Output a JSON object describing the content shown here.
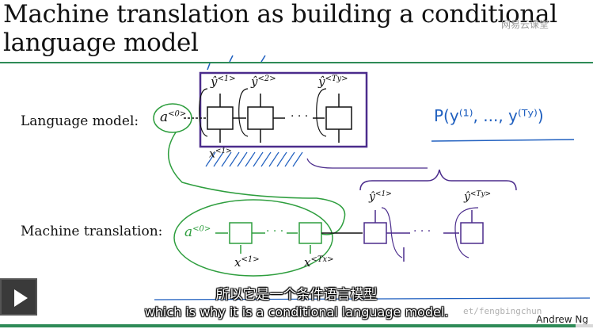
{
  "slide": {
    "title": "Machine translation as building a conditional language model",
    "logo_text": "网易云课堂",
    "lm_label": "Language model:",
    "mt_label": "Machine translation:",
    "author": "Andrew Ng",
    "watermark": "et/fengbingchun"
  },
  "math": {
    "a0": "a",
    "a0_sup": "<0>",
    "yhat1": "ŷ",
    "yhat1_sup": "<1>",
    "yhat2": "ŷ",
    "yhat2_sup": "<2>",
    "yhatT": "ŷ",
    "yhatT_sup": "<Ty>",
    "x1": "x",
    "x1_sup": "<1>",
    "xT": "x",
    "xT_sup": "<Tx>",
    "dots": "· · ·",
    "prob": "P(y⁽¹⁾, ..., y⁽ᵀʸ⁾)"
  },
  "subtitles": {
    "zh": "所以它是一个条件语言模型",
    "en": "which is why it is a conditional language model."
  },
  "player": {
    "progress": 0.97
  },
  "colors": {
    "title_rule": "#2e8b57",
    "purple": "#4b2c8c",
    "green": "#2e9e3e",
    "blue": "#1f5fbf"
  }
}
